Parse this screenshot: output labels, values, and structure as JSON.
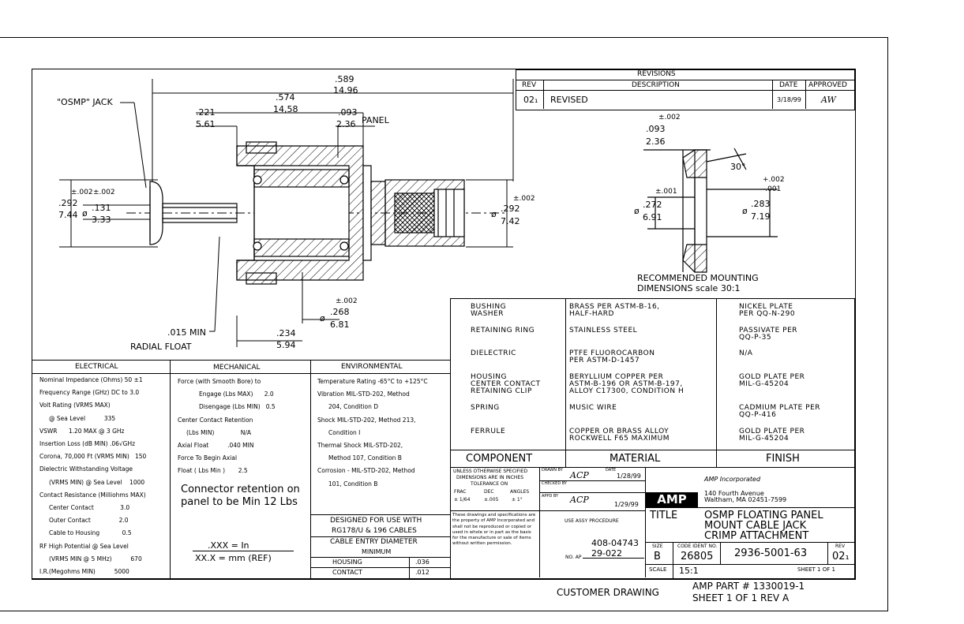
{
  "labels": {
    "osmp_jack": "\"OSMP\" JACK",
    "panel": "PANEL",
    "min_015": ".015 MIN",
    "radial_float": "RADIAL FLOAT",
    "recommended": "RECOMMENDED MOUNTING",
    "dims_scale": "DIMENSIONS scale 30:1"
  },
  "dims": {
    "d589": ".589",
    "d1496": "14.96",
    "d574": ".574",
    "d1458": "14,58",
    "d221": ".221",
    "d561": "5.61",
    "d093": ".093",
    "d236": "2.36",
    "d292a": ".292",
    "d744": "7.44",
    "tol292a": "±.002",
    "d131": ".131",
    "d333": "3.33",
    "tol131": "±.002",
    "d292b": ".292",
    "d742": "7.42",
    "tol292b": "±.002",
    "d268": ".268",
    "d681": "6.81",
    "tol268": "±.002",
    "d234": ".234",
    "d594": "5.94",
    "r_tol093": "±.002",
    "r_093": ".093",
    "r_236": "2.36",
    "r_30": "30°",
    "r_tol272": "±.001",
    "r_272": ".272",
    "r_691": "6.91",
    "r_tolp": "+.002",
    "r_tolm": "-.001",
    "r_283": ".283",
    "r_719": "7.19",
    "phi": "ø"
  },
  "revisions": {
    "title": "REVISIONS",
    "col_rev": "REV",
    "col_desc": "DESCRIPTION",
    "col_date": "DATE",
    "col_approved": "APPROVED",
    "rev": "02₁",
    "desc": "REVISED",
    "date": "3/18/99",
    "approved": "AW"
  },
  "electrical": {
    "header": "ELECTRICAL",
    "rows": [
      "Nominal Impedance (Ohms) 50 ±1",
      "Frequency Range (GHz) DC to 3.0",
      "Volt Rating (VRMS MAX)",
      "@ Sea Level          335",
      "VSWR      1.20 MAX @ 3 GHz",
      "Insertion Loss (dB MIN) .06√GHz",
      "Corona, 70,000 Ft (VRMS MIN)   150",
      "Dielectric Withstanding Voltage",
      "(VRMS MIN) @ Sea Level    1000",
      "Contact Resistance (Milliohms MAX)",
      "Center Contact              3.0",
      "Outer Contact               2.0",
      "Cable to Housing            0.5",
      "RF High Potential @ Sea Level",
      "(VRMS MIN @ 5 MHz)          670",
      "I.R.(Megohms MIN)          5000"
    ]
  },
  "mechanical": {
    "header": "MECHANICAL",
    "rows": [
      "Force (with Smooth Bore) to",
      "Engage (Lbs MAX)      2.0",
      "Disengage (Lbs MIN)   0.5",
      "Center Contact Retention",
      "(Lbs MIN)              N/A",
      "Axial Float          .040 MIN",
      "Force To Begin Axial",
      "Float ( Lbs Min )       2.5"
    ],
    "note": "Connector retention on panel to be Min 12 Lbs",
    "units1": ".XXX = In",
    "units2": "XX.X = mm (REF)"
  },
  "environmental": {
    "header": "ENVIRONMENTAL",
    "rows": [
      "Temperature Rating -65°C to +125°C",
      "Vibration MIL-STD-202, Method",
      "204, Condition D",
      "Shock MIL-STD-202, Method 213,",
      "Condition I",
      "Thermal Shock MIL-STD-202,",
      "Method 107, Condition B",
      "Corrosion - MIL-STD-202, Method",
      "101, Condition B"
    ],
    "designed1": "DESIGNED FOR USE WITH",
    "designed2": "RG178/U & 196 CABLES",
    "cable_entry": "CABLE ENTRY DIAMETER",
    "minimum": "MINIMUM",
    "housing": "HOUSING",
    "housing_val": ".036",
    "contact": "CONTACT",
    "contact_val": ".012"
  },
  "materials": {
    "rows": [
      {
        "component": "BUSHING\nWASHER",
        "material": "BRASS PER ASTM-B-16,\nHALF-HARD",
        "finish": "NICKEL PLATE\nPER QQ-N-290"
      },
      {
        "component": "RETAINING RING",
        "material": "STAINLESS STEEL",
        "finish": "PASSIVATE PER\nQQ-P-35"
      },
      {
        "component": "DIELECTRIC",
        "material": "PTFE FLUOROCARBON\nPER ASTM-D-1457",
        "finish": "N/A"
      },
      {
        "component": "HOUSING\nCENTER CONTACT\nRETAINING CLIP",
        "material": "BERYLLIUM COPPER PER\nASTM-B-196 OR ASTM-B-197,\nALLOY C17300, CONDITION H",
        "finish": "GOLD PLATE PER\nMIL-G-45204"
      },
      {
        "component": "SPRING",
        "material": "MUSIC WIRE",
        "finish": "CADMIUM PLATE PER\nQQ-P-416"
      },
      {
        "component": "FERRULE",
        "material": "COPPER OR BRASS ALLOY\nROCKWELL F65 MAXIMUM",
        "finish": "GOLD PLATE PER\nMIL-G-45204"
      }
    ],
    "h_component": "COMPONENT",
    "h_material": "MATERIAL",
    "h_finish": "FINISH"
  },
  "titleblock": {
    "unless1": "UNLESS OTHERWISE SPECIFIED",
    "unless2": "DIMENSIONS ARE IN INCHES",
    "tolerance": "TOLERANCE ON",
    "frac": "FRAC",
    "dec": "DEC",
    "angles": "ANGLES",
    "frac_v": "± 1/64",
    "dec_v": "±.005",
    "ang_v": "± 1°",
    "drawn": "DRAWN BY",
    "date_lbl": "DATE",
    "drawn_date": "1/28/99",
    "checked": "CHECKED BY",
    "appd": "APPD BY",
    "appd_date": "1/29/99",
    "amp_inc": "AMP Incorporated",
    "addr1": "140 Fourth Avenue",
    "addr2": "Waltham, MA 02451-7599",
    "logo": "AMP",
    "proprietary": "These drawings and specifications are the property of AMP Incorporated and shall not be reproduced or copied or used in whole or in part as the basis for the manufacture or sale of items without written permission.",
    "use_assy": "USE ASSY PROCEDURE",
    "proc1": "408-04743",
    "proc2": "29-022",
    "no_ap": "NO. AP",
    "title_lbl": "TITLE",
    "title1": "OSMP FLOATING PANEL",
    "title2": "MOUNT CABLE JACK",
    "title3": "CRIMP ATTACHMENT",
    "size_lbl": "SIZE",
    "size": "B",
    "code_lbl": "CODE IDENT NO.",
    "code": "26805",
    "part": "2936-5001-63",
    "rev_lbl": "REV",
    "rev": "02₁",
    "scale_lbl": "SCALE",
    "scale": "15:1",
    "sheet": "SHEET  1  OF  1",
    "customer": "CUSTOMER DRAWING",
    "amp_part": "AMP PART # 1330019-1",
    "sheet_rev": "SHEET 1 OF 1  REV A"
  }
}
